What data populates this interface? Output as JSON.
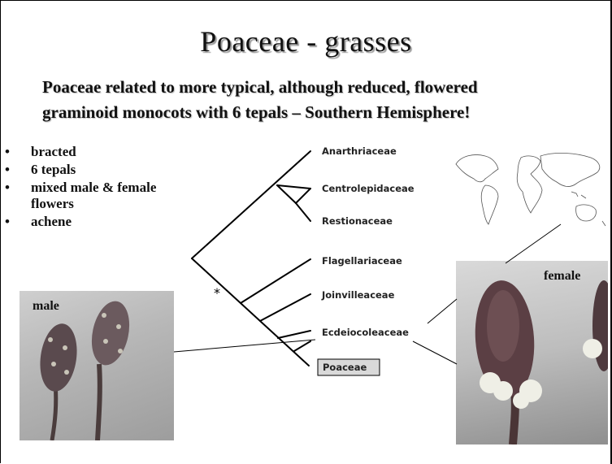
{
  "slide": {
    "title": "Poaceae - grasses",
    "subtitle_line1": "Poaceae related to more typical, although reduced, flowered",
    "subtitle_line2": "graminoid monocots with 6 tepals – Southern Hemisphere!",
    "bullets": [
      "bracted",
      "6 tepals",
      "mixed male & female",
      "flowers",
      "achene"
    ],
    "bullet_marker": "•"
  },
  "cladogram": {
    "taxa": [
      "Anarthriaceae",
      "Centrolepidaceae",
      "Restionaceae",
      "Flagellariaceae",
      "Joinvilleaceae",
      "Ecdeiocoleaceae",
      "Poaceae"
    ],
    "highlighted_taxon": "Poaceae",
    "node_marker": "*"
  },
  "images": {
    "male_label": "male",
    "female_label": "female",
    "map_icon": "world-map-outline"
  },
  "colors": {
    "highlight_box": "#d9d9d9",
    "lines": "#000000"
  }
}
